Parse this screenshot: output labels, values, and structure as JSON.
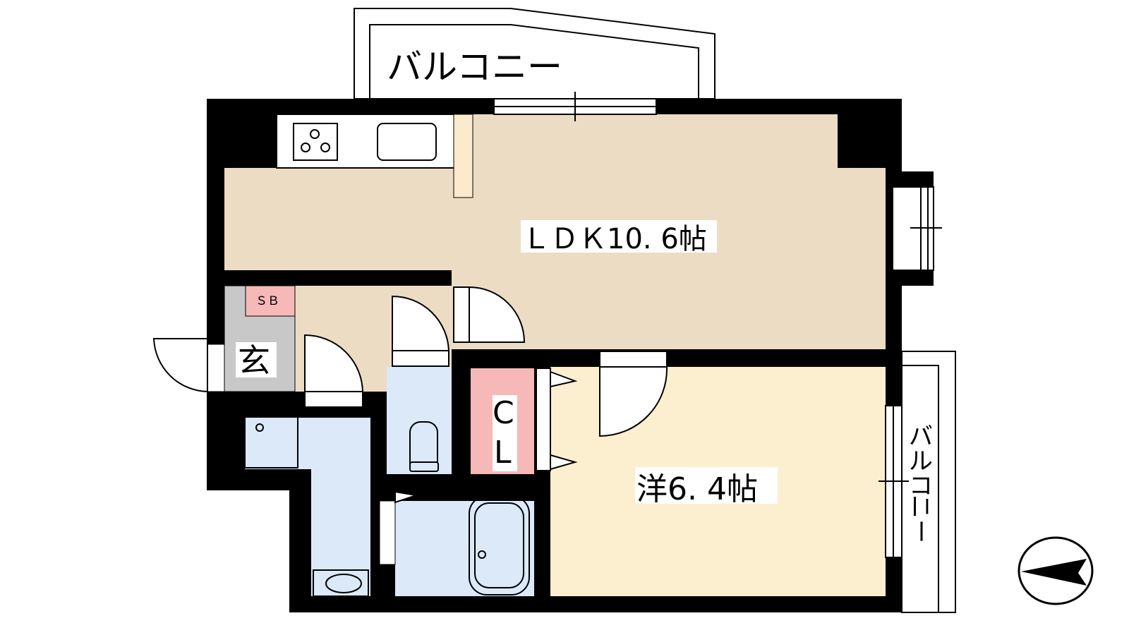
{
  "floorplan": {
    "balcony_top": "バルコニー",
    "balcony_right": [
      "バ",
      "ル",
      "コ",
      "ニ",
      "ー"
    ],
    "ldk": "ＬＤＫ10. 6帖",
    "western_room": "洋6. 4帖",
    "entrance": "玄",
    "shoe_box": "ＳＢ",
    "closet": [
      "C",
      "L"
    ]
  },
  "colors": {
    "wall": "#000000",
    "ldk": "#ecdcc4",
    "western": "#fcefd0",
    "wet": "#dbe9f8",
    "entrance": "#c8c8c8",
    "storage": "#f7b8b8"
  }
}
